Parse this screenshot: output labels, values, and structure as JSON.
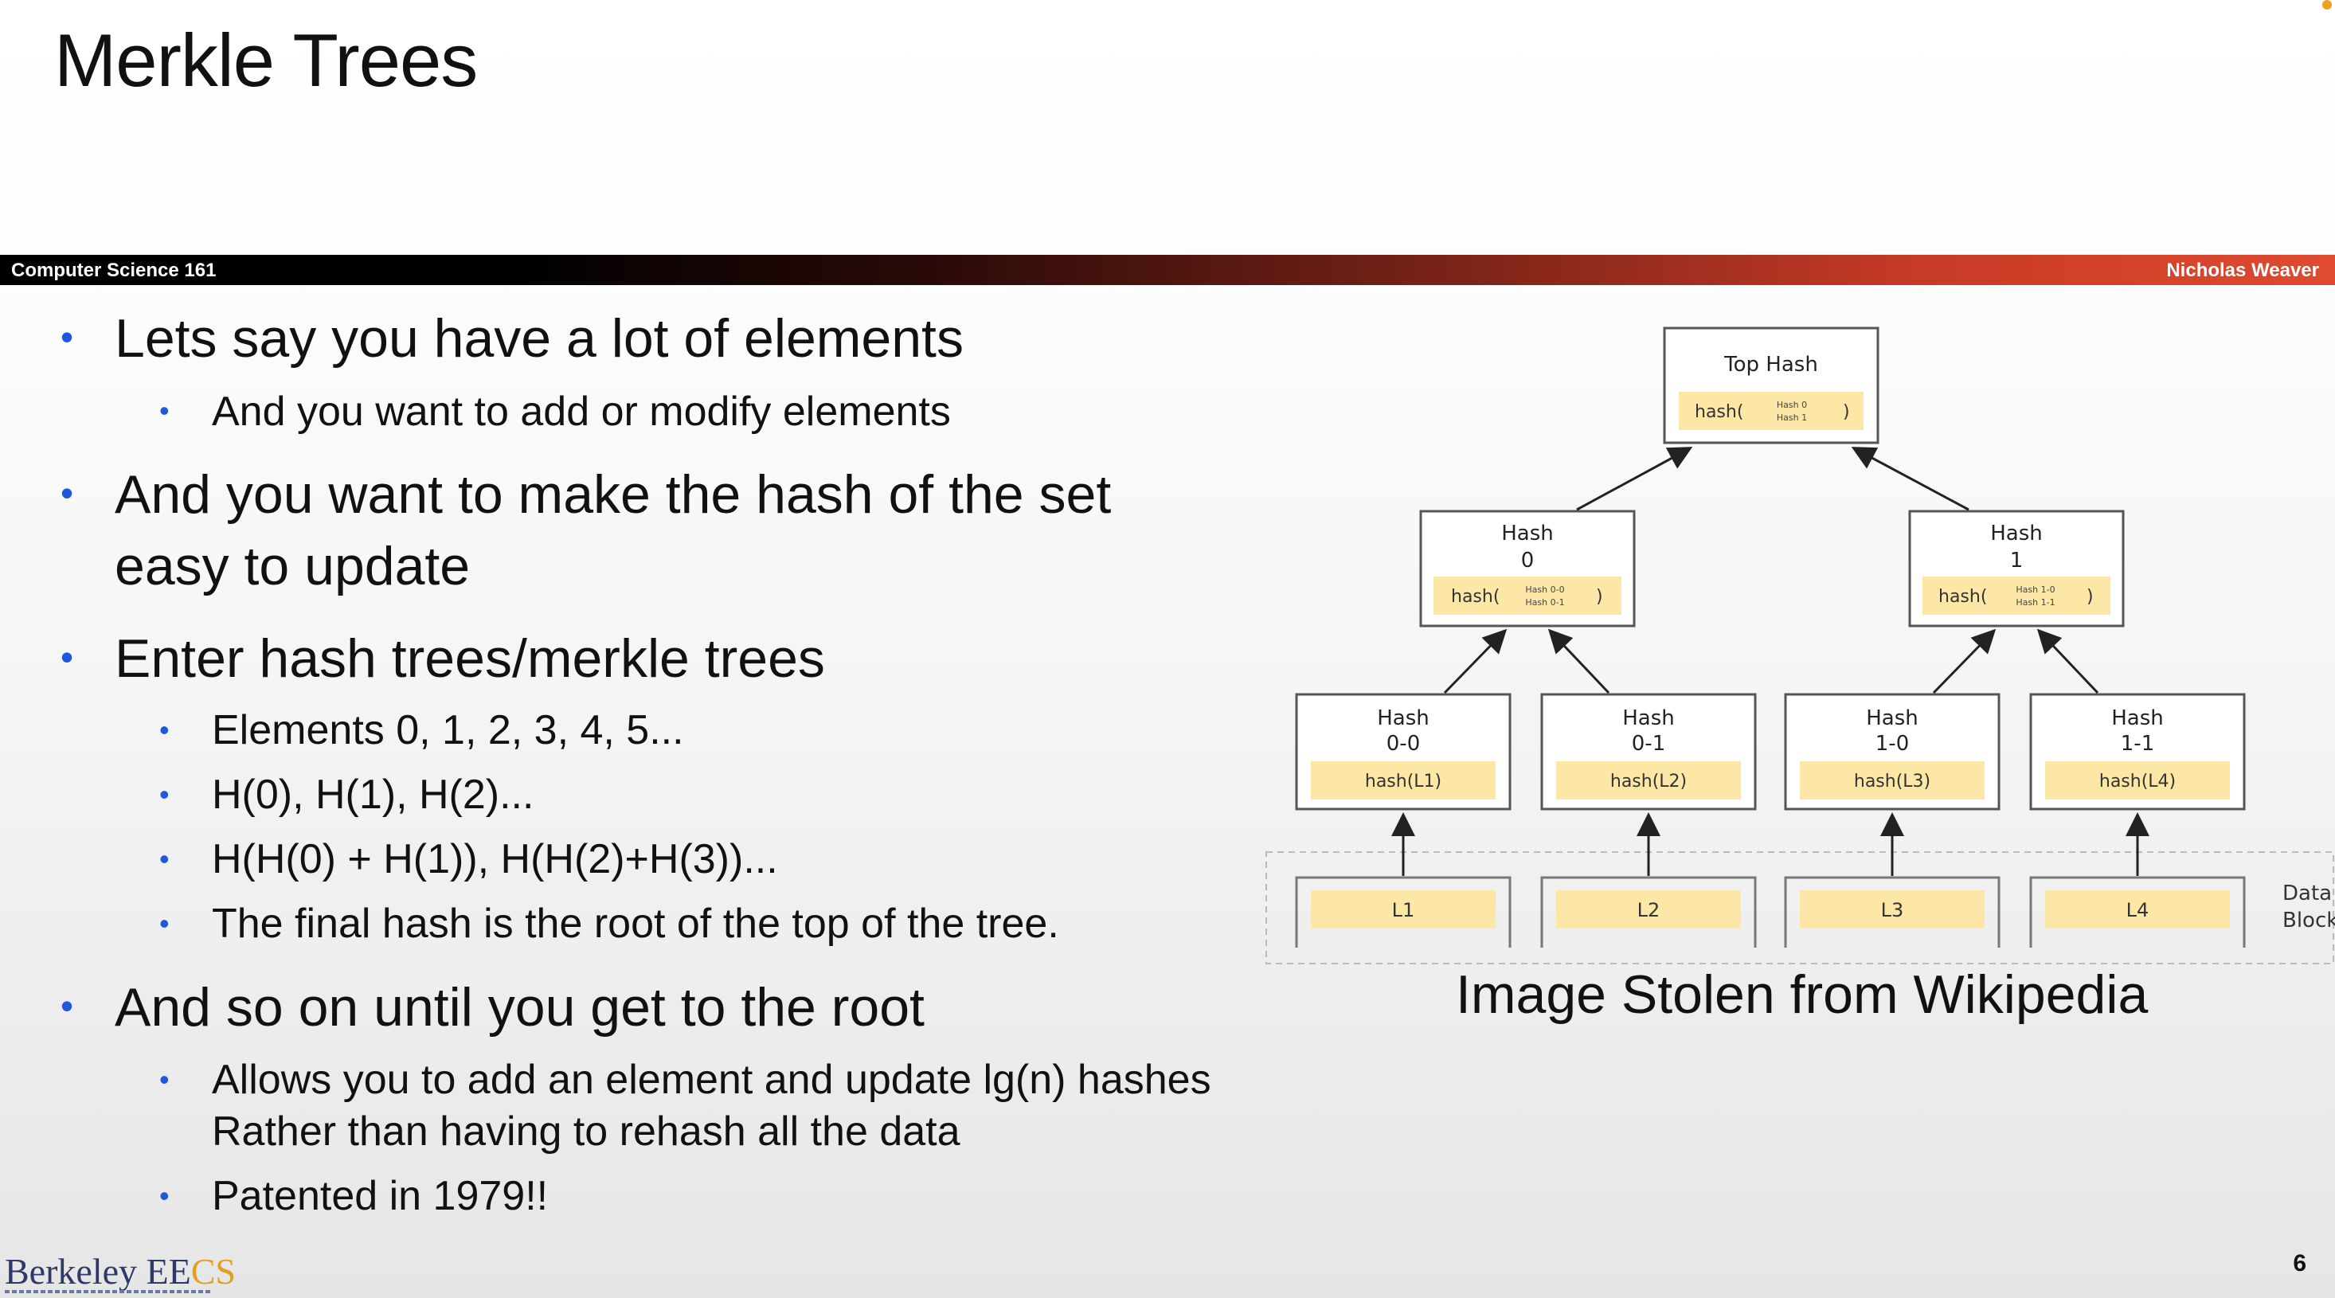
{
  "slide": {
    "title": "Merkle Trees",
    "header_left": "Computer Science 161",
    "header_right": "Nicholas Weaver",
    "page_number": "6",
    "logo_berkeley": "Berkeley ",
    "logo_ee": "EE",
    "logo_cs": "CS"
  },
  "bullets": [
    {
      "level": 1,
      "text": "Lets say you have a lot of elements"
    },
    {
      "level": 2,
      "text": "And you want to add or modify elements"
    },
    {
      "level": 1,
      "text": "And you want to make the hash of the set"
    },
    {
      "level": 1,
      "text": "easy to update",
      "continuation": true
    },
    {
      "level": 1,
      "text": "Enter hash trees/merkle trees"
    },
    {
      "level": 2,
      "text": "Elements 0, 1, 2, 3, 4, 5..."
    },
    {
      "level": 2,
      "text": "H(0), H(1), H(2)..."
    },
    {
      "level": 2,
      "text": "H(H(0) + H(1)), H(H(2)+H(3))..."
    },
    {
      "level": 2,
      "text": "The final hash is the root of the top of the tree."
    },
    {
      "level": 1,
      "text": "And so on until you get to the root"
    },
    {
      "level": 2,
      "text": "Allows you to add an element and update lg(n) hashes"
    },
    {
      "level": 2,
      "text": "Rather than having to rehash all the data",
      "continuation": true
    },
    {
      "level": 2,
      "text": "Patented in 1979!!"
    }
  ],
  "diagram": {
    "top": {
      "title": "Top Hash",
      "fn": "hash(",
      "args": [
        "Hash 0",
        "Hash 1"
      ],
      "close": ")"
    },
    "mid": [
      {
        "title1": "Hash",
        "title2": "0",
        "fn": "hash(",
        "args": [
          "Hash 0-0",
          "Hash 0-1"
        ],
        "close": ")"
      },
      {
        "title1": "Hash",
        "title2": "1",
        "fn": "hash(",
        "args": [
          "Hash 1-0",
          "Hash 1-1"
        ],
        "close": ")"
      }
    ],
    "leaves": [
      {
        "title1": "Hash",
        "title2": "0-0",
        "fn": "hash(L1)"
      },
      {
        "title1": "Hash",
        "title2": "0-1",
        "fn": "hash(L2)"
      },
      {
        "title1": "Hash",
        "title2": "1-0",
        "fn": "hash(L3)"
      },
      {
        "title1": "Hash",
        "title2": "1-1",
        "fn": "hash(L4)"
      }
    ],
    "blocks": [
      "L1",
      "L2",
      "L3",
      "L4"
    ],
    "data_blocks_label": [
      "Data",
      "Blocks"
    ],
    "caption": "Image Stolen from Wikipedia"
  },
  "colors": {
    "bullet": "#1f58d8",
    "box_fill": "#fde7a6",
    "box_border": "#555555"
  }
}
